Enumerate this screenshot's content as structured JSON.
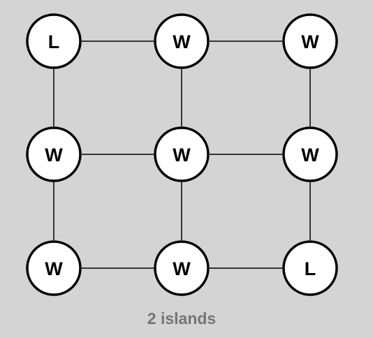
{
  "grid": {
    "rows": 3,
    "cols": 3,
    "cells": [
      [
        "L",
        "W",
        "W"
      ],
      [
        "W",
        "W",
        "W"
      ],
      [
        "W",
        "W",
        "L"
      ]
    ]
  },
  "caption": "2 islands",
  "colors": {
    "background": "#d4d4d4",
    "node_fill": "#ffffff",
    "node_stroke": "#000000",
    "caption_text": "#757575"
  }
}
